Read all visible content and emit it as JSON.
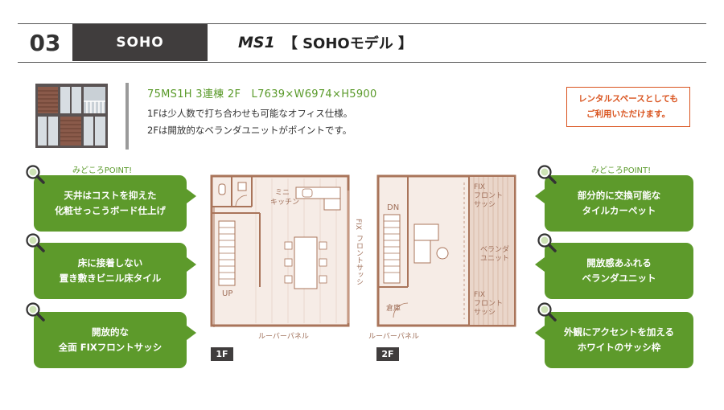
{
  "header": {
    "number": "03",
    "category": "SOHO",
    "model_code": "MS1",
    "model_name": "【 SOHOモデル 】"
  },
  "spec": {
    "title": "75MS1H 3連棟 2F　L7639×W6974×H5900",
    "line1": "1Fは少人数で打ち合わせも可能なオフィス仕様。",
    "line2": "2Fは開放的なベランダユニットがポイントです。"
  },
  "rental": {
    "line1": "レンタルスペースとしても",
    "line2": "ご利用いただけます。"
  },
  "left_points": {
    "heading": "みどころPOINT!",
    "items": [
      {
        "line1": "天井はコストを抑えた",
        "line2": "化粧せっこうボード仕上げ"
      },
      {
        "line1": "床に接着しない",
        "line2": "置き敷きビニル床タイル"
      },
      {
        "line1": "開放的な",
        "line2": "全面 FIXフロントサッシ"
      }
    ]
  },
  "right_points": {
    "heading": "みどころPOINT!",
    "items": [
      {
        "line1": "部分的に交換可能な",
        "line2": "タイルカーペット"
      },
      {
        "line1": "開放感あふれる",
        "line2": "ベランダユニット"
      },
      {
        "line1": "外観にアクセントを加える",
        "line2": "ホワイトのサッシ枠"
      }
    ]
  },
  "plan_1f": {
    "tag": "1F",
    "kitchen_line1": "ミニ",
    "kitchen_line2": "キッチン",
    "up": "UP",
    "louver": "ルーバーパネル",
    "fix_line1": "FIX",
    "fix_line2": "フロントサッシ"
  },
  "plan_2f": {
    "tag": "2F",
    "dn": "DN",
    "storage": "倉庫",
    "louver": "ルーバーパネル",
    "fix_top": "FIX\nフロント\nサッシ",
    "veranda": "ベランダ\nユニット",
    "fix_bottom": "FIX\nフロント\nサッシ"
  },
  "colors": {
    "green": "#5d9a2b",
    "dark": "#403d3d",
    "orange": "#d9531e",
    "plan_line": "#a9745a",
    "plan_floor": "#f6ece6"
  }
}
